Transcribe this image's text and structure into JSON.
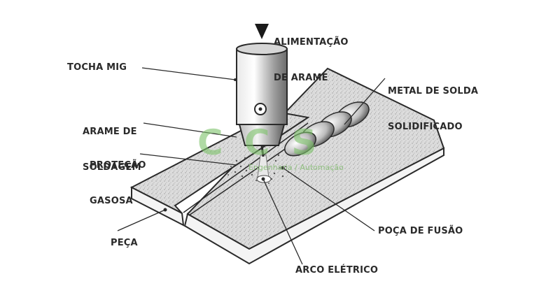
{
  "labels": {
    "wire_feed": [
      "ALIMENTAÇÃO",
      "DE ARAME"
    ],
    "mig_torch": "TOCHA MIG",
    "weld_wire": [
      "ARAME DE",
      "SOLDAGEM"
    ],
    "gas_shield": [
      "PROTEÇÃO",
      "GASOSA"
    ],
    "workpiece": "PEÇA",
    "solid_weld": [
      "METAL DE SOLDA",
      "SOLIDIFICADO"
    ],
    "weld_pool": "POÇA DE FUSÃO",
    "electric_arc": "ARCO ELÉTRICO"
  },
  "watermark": {
    "logo_text": "CCS",
    "subtitle": "Engenharia / Automação",
    "color": "#7dc36a"
  },
  "colors": {
    "ink": "#2a2a2a",
    "plate_top": "#d8d8d8",
    "plate_edge": "#f2f2f2"
  },
  "icons": {
    "wire_feed_arrow": "down-triangle-arrow"
  }
}
